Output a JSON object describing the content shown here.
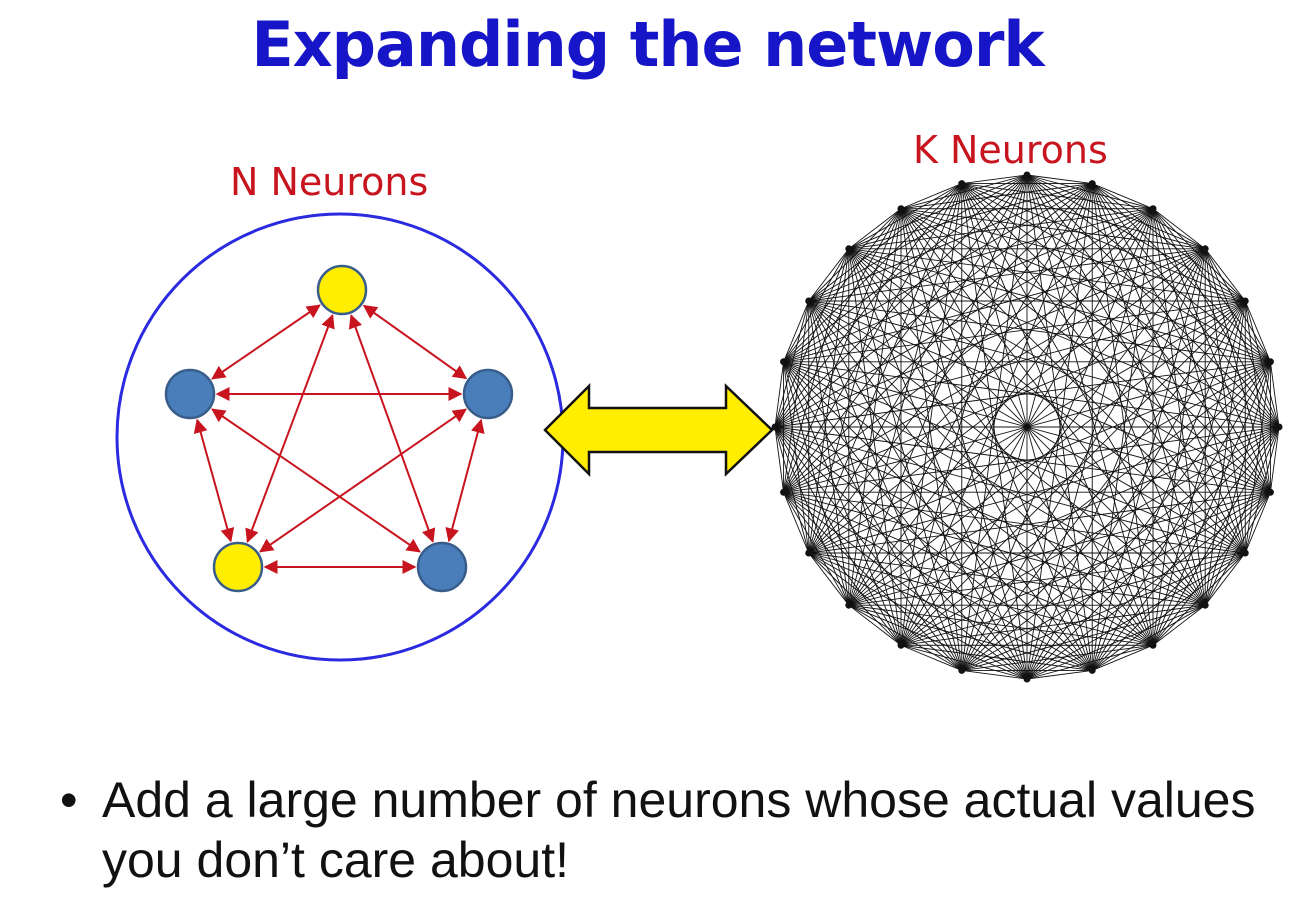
{
  "title": "Expanding the network",
  "left_network": {
    "label": "N Neurons",
    "node_colors": [
      "#ffee00",
      "#4a7ebb",
      "#4a7ebb",
      "#ffee00",
      "#4a7ebb"
    ],
    "edge_color": "#c8141e",
    "boundary_color": "#2a2ae0"
  },
  "right_network": {
    "label": "K Neurons",
    "node_count": 24,
    "edge_color": "#111111"
  },
  "connector": {
    "fill": "#ffee00",
    "stroke": "#111111"
  },
  "bullet": {
    "marker": "•",
    "text": "Add a  large number of neurons whose actual values you don’t care about!"
  }
}
